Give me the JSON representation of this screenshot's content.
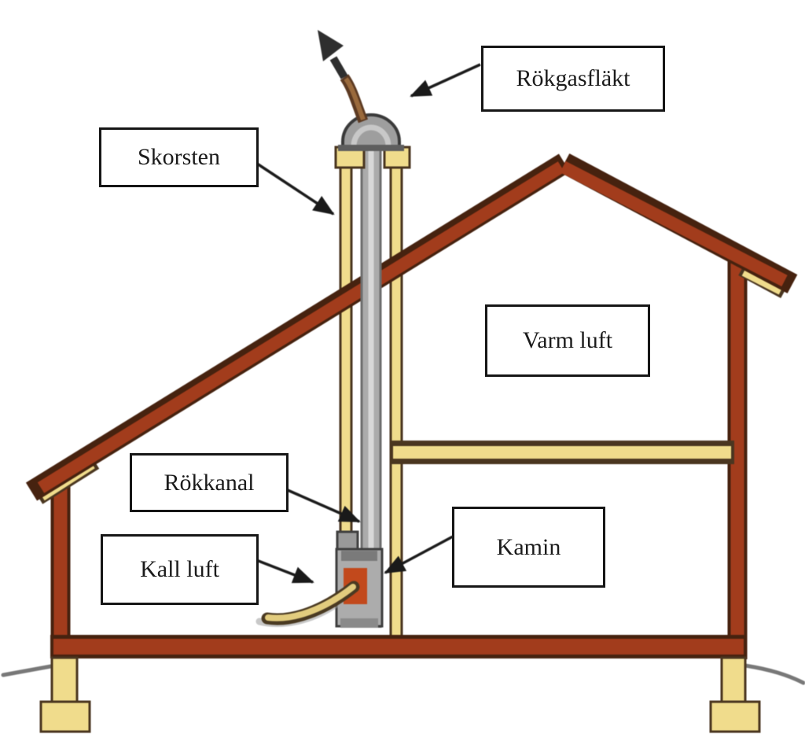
{
  "diagram": {
    "labels": {
      "rokgasflakt": "Rökgasfläkt",
      "skorsten": "Skorsten",
      "varm_luft": "Varm luft",
      "rokkanal": "Rökkanal",
      "kall_luft": "Kall luft",
      "kamin": "Kamin"
    },
    "colors": {
      "wood_red": "#A23C1C",
      "wood_red_dark": "#46220F",
      "wood_yellow": "#F0DC8C",
      "wood_yellow_dark": "#4A3620",
      "pipe_gray": "#ABABAB",
      "pipe_gray_dark": "#6E6E6E",
      "pipe_gray_light": "#D8D8D8",
      "fire_orange": "#C2491C",
      "duct_tan": "#E2CC7E",
      "duct_tan_dark": "#4A3A22",
      "smoke_brown": "#9A6A3C",
      "smoke_brown_dark": "#5C3A22",
      "label_ink": "#1B1B1B",
      "ground_gray": "#787878",
      "background": "#FFFFFF"
    }
  }
}
